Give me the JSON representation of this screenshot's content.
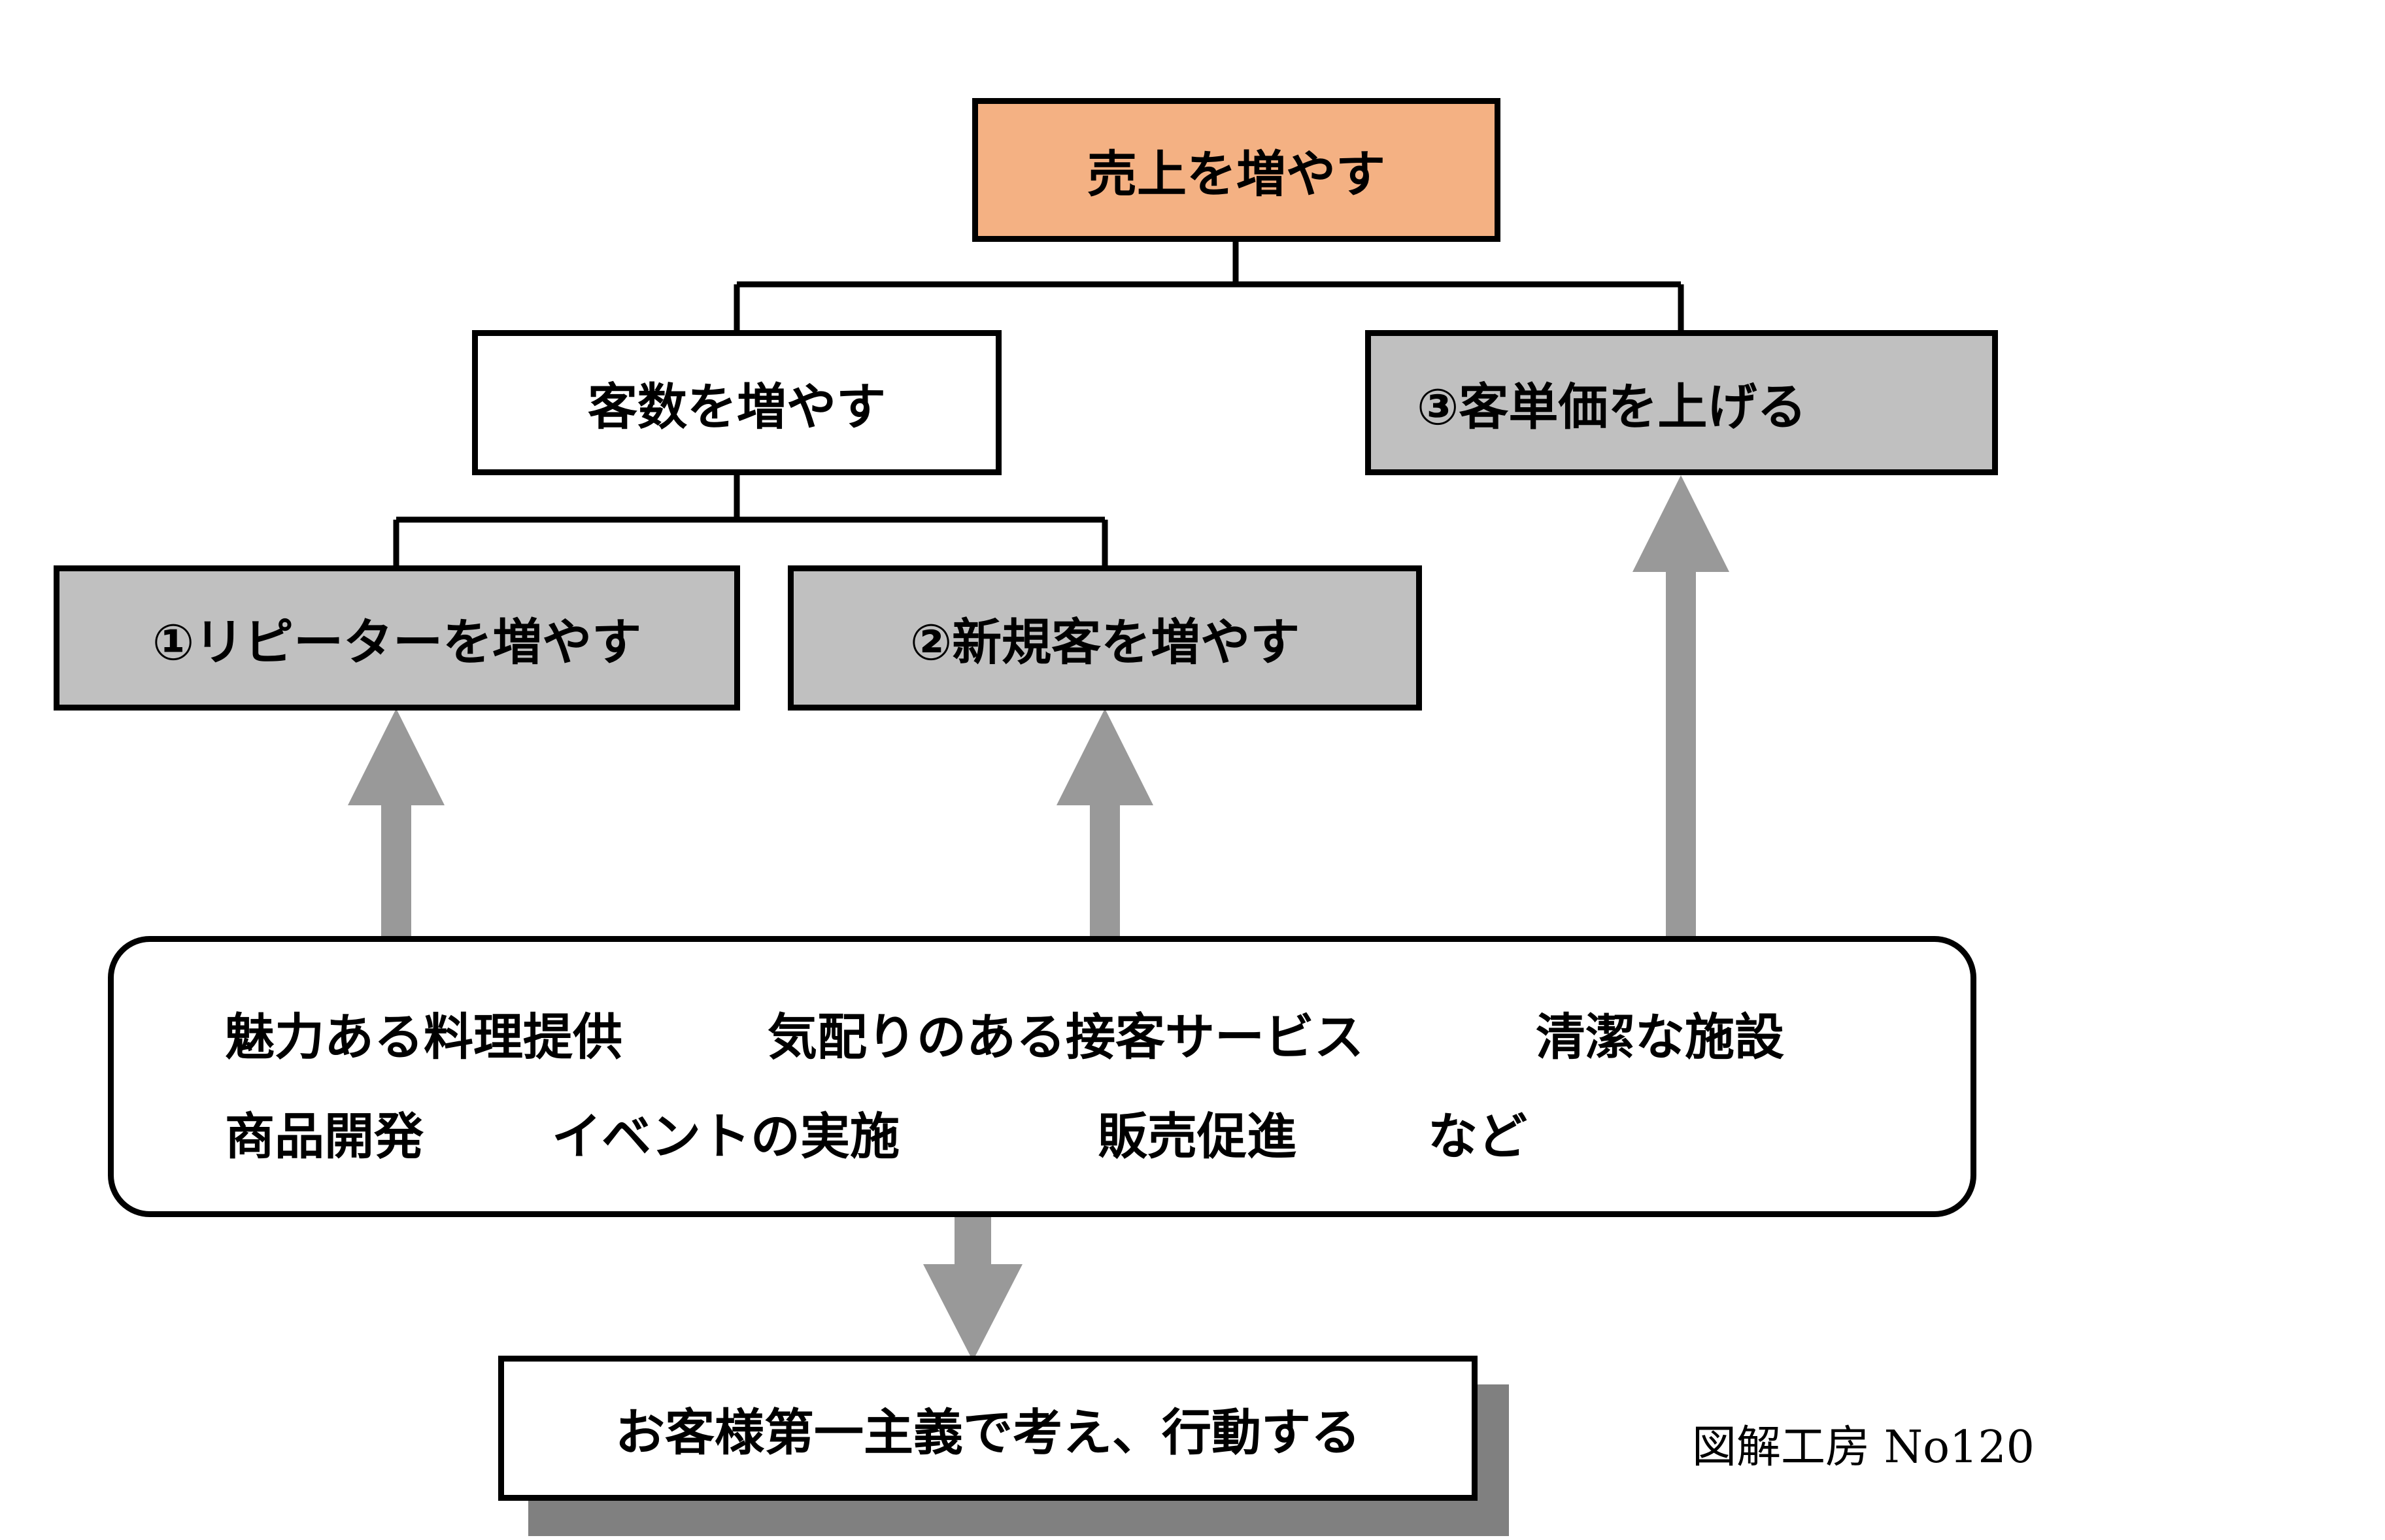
{
  "colors": {
    "goal_fill": "#F4B183",
    "strategy_fill": "#C0C0C0",
    "box_fill": "#FFFFFF",
    "arrow": "#999999",
    "shadow": "#808080",
    "line": "#000000"
  },
  "nodes": {
    "goal": "売上を増やす",
    "customers": "客数を増やす",
    "unit_price": "③客単価を上げる",
    "repeaters": "①リピーターを増やす",
    "new_customers": "②新規客を増やす",
    "principle": "お客様第一主義で考え、行動する"
  },
  "measures": {
    "row1": [
      "魅力ある料理提供",
      "気配りのある接客サービス",
      "清潔な施設"
    ],
    "row2": [
      "商品開発",
      "イベントの実施",
      "販売促進",
      "など"
    ]
  },
  "credit": "図解工房 No120"
}
